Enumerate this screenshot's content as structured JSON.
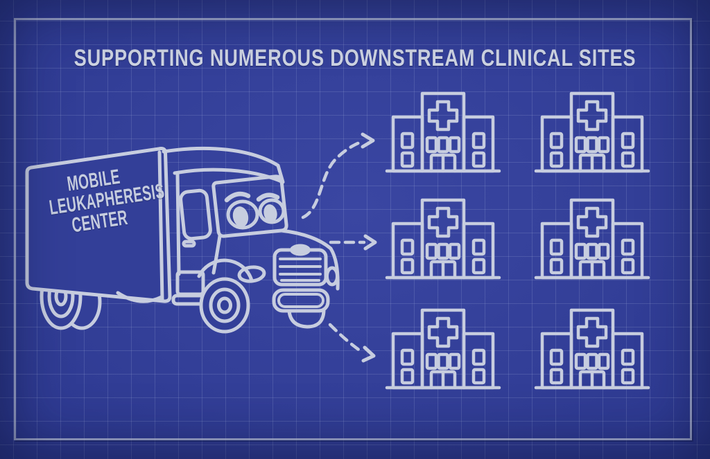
{
  "title": "SUPPORTING NUMEROUS DOWNSTREAM CLINICAL SITES",
  "truck": {
    "icon": "cartoon-box-truck-with-face",
    "label_lines": [
      "MOBILE",
      "LEUKAPHERESIS",
      "CENTER"
    ]
  },
  "arrows": [
    {
      "id": "arrow-top",
      "style": "dashed",
      "direction": "truck-to-upper-right-site"
    },
    {
      "id": "arrow-middle",
      "style": "dashed",
      "direction": "truck-to-middle-site"
    },
    {
      "id": "arrow-bottom",
      "style": "dashed",
      "direction": "truck-to-lower-right-site"
    }
  ],
  "clinical_sites": [
    {
      "id": "clinical-site-1",
      "icon": "hospital-building-icon"
    },
    {
      "id": "clinical-site-2",
      "icon": "hospital-building-icon"
    },
    {
      "id": "clinical-site-3",
      "icon": "hospital-building-icon"
    },
    {
      "id": "clinical-site-4",
      "icon": "hospital-building-icon"
    },
    {
      "id": "clinical-site-5",
      "icon": "hospital-building-icon"
    },
    {
      "id": "clinical-site-6",
      "icon": "hospital-building-icon"
    }
  ],
  "colors": {
    "background_blue": "#333f98",
    "line_art": "#c7cddf",
    "title_text": "#ced4e3",
    "grid_line": "#b4c0e4"
  }
}
